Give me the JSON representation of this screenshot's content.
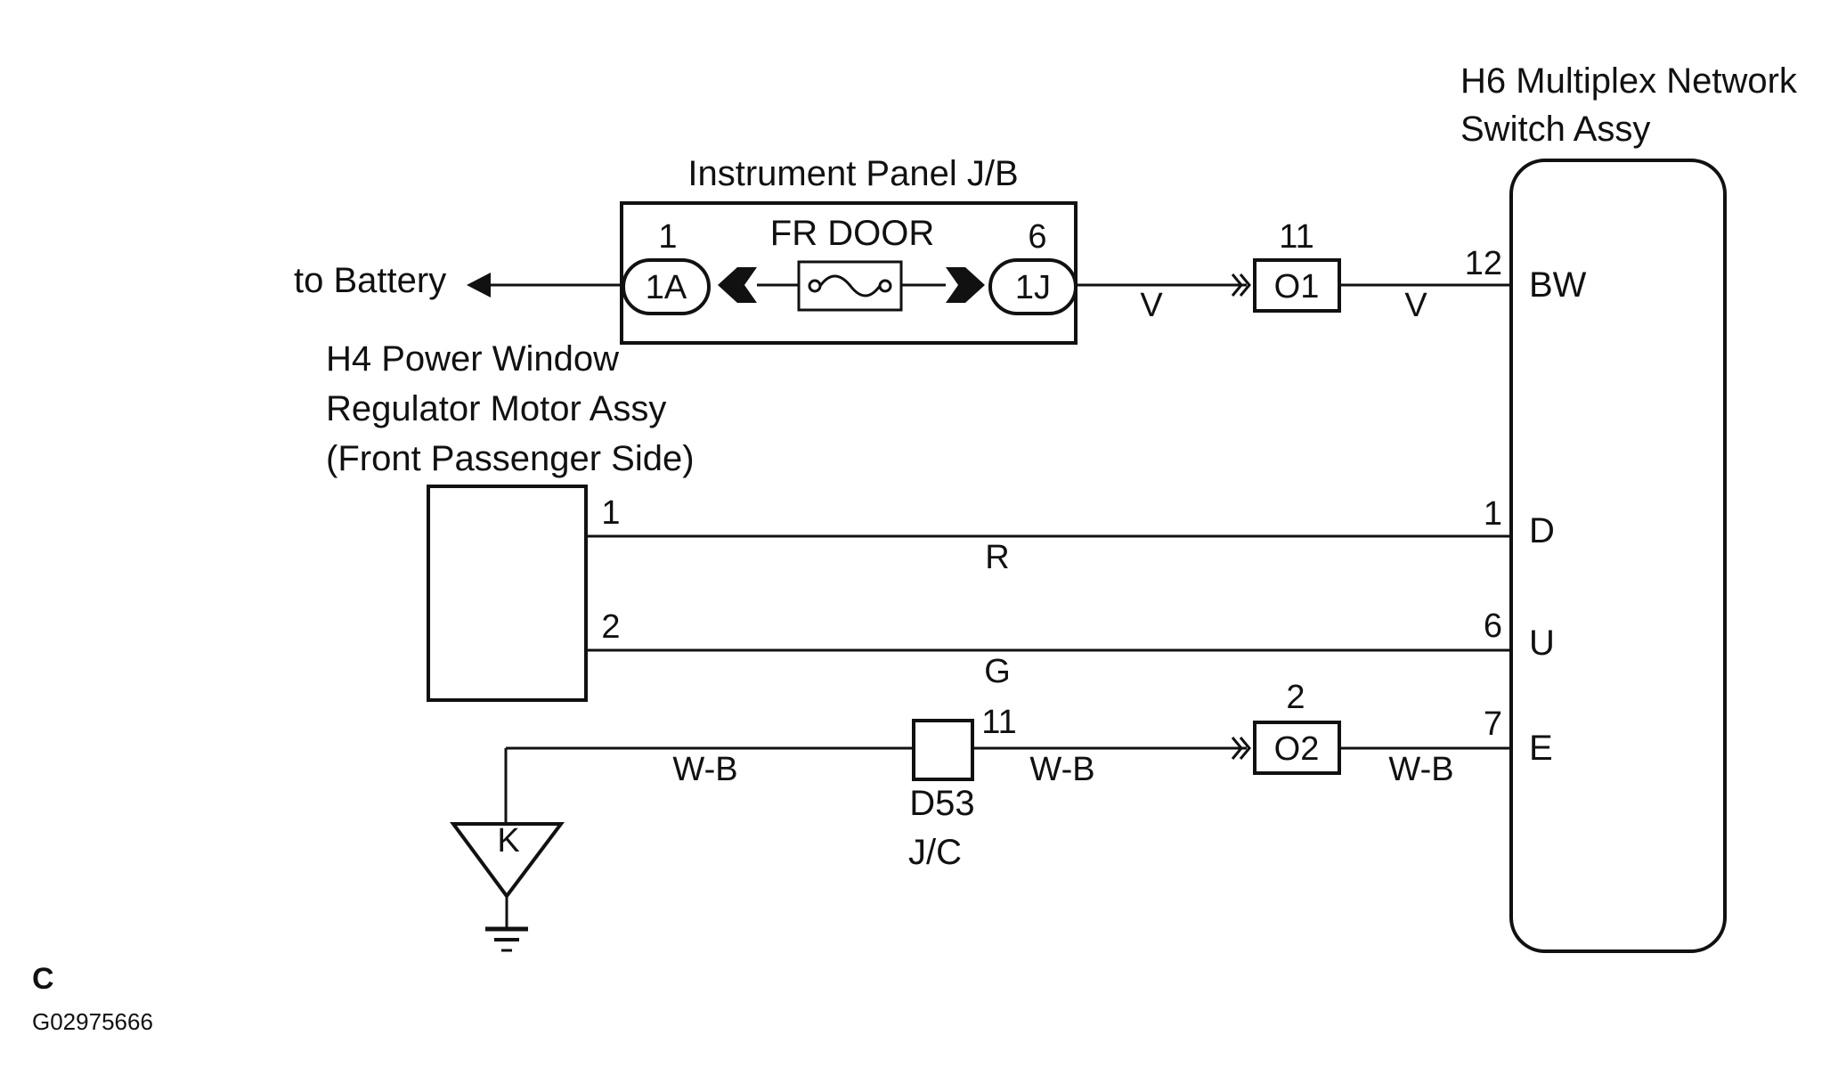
{
  "components": {
    "jb_title": "Instrument Panel J/B",
    "fuse_label": "FR DOOR",
    "jb_pin_left": "1",
    "jb_pin_right": "6",
    "jb_conn_left": "1A",
    "jb_conn_right": "1J",
    "battery_label": "to Battery",
    "switch_title_line1": "H6 Multiplex Network",
    "switch_title_line2": "Switch Assy",
    "motor_title_line1": "H4 Power Window",
    "motor_title_line2": "Regulator Motor Assy",
    "motor_title_line3": "(Front Passenger Side)",
    "motor_pin_1": "1",
    "motor_pin_2": "2",
    "o1_label": "O1",
    "o1_pin": "11",
    "o2_label": "O2",
    "o2_pin": "2",
    "jc_label_line1": "D53",
    "jc_label_line2": "J/C",
    "jc_pin": "11",
    "ground_label": "K"
  },
  "switch_terminals": [
    {
      "pin": "12",
      "name": "BW"
    },
    {
      "pin": "1",
      "name": "D"
    },
    {
      "pin": "6",
      "name": "U"
    },
    {
      "pin": "7",
      "name": "E"
    }
  ],
  "wire_colors": {
    "jb_to_o1": "V",
    "o1_to_switch": "V",
    "motor1_to_switch": "R",
    "motor2_to_switch": "G",
    "ground_to_jc": "W-B",
    "jc_to_o2": "W-B",
    "o2_to_switch": "W-B"
  },
  "footer": {
    "letter": "C",
    "figure_id": "G02975666"
  }
}
